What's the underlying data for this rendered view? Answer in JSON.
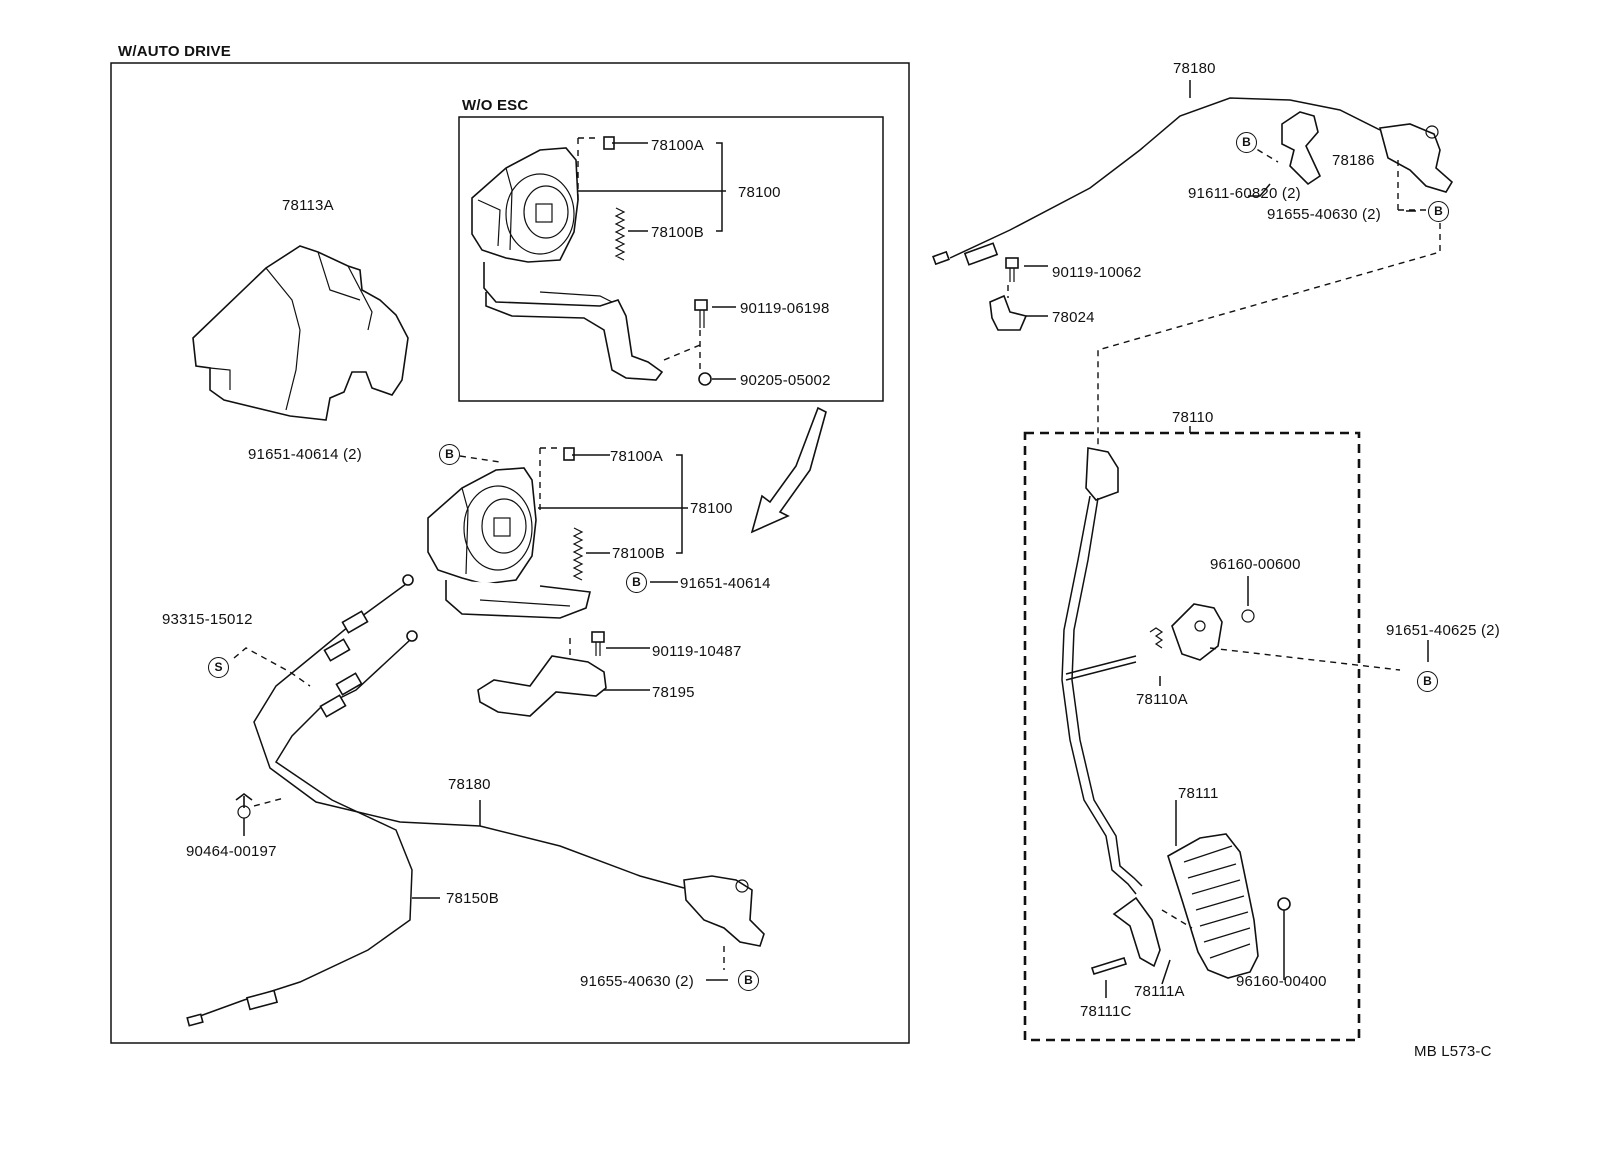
{
  "headers": {
    "auto_drive": "W/AUTO DRIVE",
    "wo_esc": "W/O ESC"
  },
  "labels": {
    "p78180_top": "78180",
    "p78186": "78186",
    "p91611": "91611-60820 (2)",
    "p91655_top": "91655-40630 (2)",
    "p90119_10062": "90119-10062",
    "p78024": "78024",
    "p78110": "78110",
    "p96160_00600": "96160-00600",
    "p91651_40625": "91651-40625 (2)",
    "p78110A": "78110A",
    "p78111": "78111",
    "p78111A": "78111A",
    "p78111C": "78111C",
    "p96160_00400": "96160-00400",
    "p78113A": "78113A",
    "inset_78100A": "78100A",
    "inset_78100": "78100",
    "inset_78100B": "78100B",
    "inset_90119_06198": "90119-06198",
    "inset_90205_05002": "90205-05002",
    "p91651_40614_2": "91651-40614 (2)",
    "p78100A": "78100A",
    "p78100": "78100",
    "p78100B": "78100B",
    "p91651_40614": "91651-40614",
    "p93315_15012": "93315-15012",
    "p90119_10487": "90119-10487",
    "p78195": "78195",
    "p90464_00197": "90464-00197",
    "p78180_left": "78180",
    "p78150B": "78150B",
    "p91655_bottom": "91655-40630 (2)",
    "code": "MB L573-C"
  },
  "markers": {
    "b": "B",
    "s": "S"
  },
  "icons": [
    "throttle-actuator-icon",
    "bracket-icon",
    "cable-icon",
    "cover-icon",
    "pedal-arm-icon",
    "pedal-pad-icon",
    "spring-icon",
    "bolt-icon",
    "nut-icon",
    "clip-icon",
    "arrow-icon"
  ]
}
